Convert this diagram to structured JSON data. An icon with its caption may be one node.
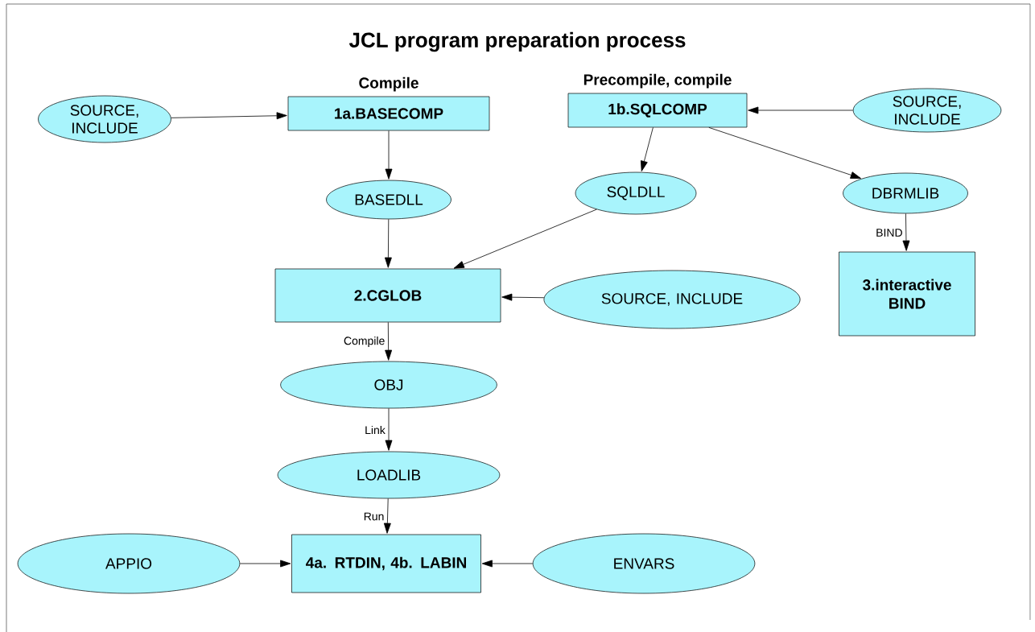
{
  "diagram": {
    "title": "JCL program preparation process",
    "nodes": [
      {
        "text": [
          "SOURCE, INCLUDE"
        ]
      },
      {
        "text": [
          "Compile",
          "1a.BASECOMP"
        ]
      },
      {
        "text": [
          "Precompile, compile",
          "1b.SQLCOMP"
        ]
      },
      {
        "text": [
          "SOURCE, INCLUDE"
        ]
      },
      {
        "text": [
          "BASEDLL"
        ]
      },
      {
        "text": [
          "SQLDLL"
        ]
      },
      {
        "text": [
          "DBRMLIB"
        ]
      },
      {
        "text": [
          "2.CGLOB"
        ]
      },
      {
        "text": [
          "SOURCE, INCLUDE"
        ]
      },
      {
        "text": [
          "3.interactive BIND"
        ]
      },
      {
        "text": [
          "OBJ"
        ]
      },
      {
        "text": [
          "LOADLIB"
        ]
      },
      {
        "text": [
          "4a. RTDIN, 4b. LABIN"
        ]
      },
      {
        "text": [
          "APPIO"
        ]
      },
      {
        "text": [
          "ENVARS"
        ]
      }
    ],
    "edges": [
      {
        "from": 0,
        "to": 1,
        "arrow": "to"
      },
      {
        "from": 3,
        "to": 2,
        "arrow": "to"
      },
      {
        "from": 1,
        "to": 4,
        "arrow": "to"
      },
      {
        "from": 2,
        "to": 5,
        "arrow": "to"
      },
      {
        "from": 2,
        "to": 6,
        "arrow": "to"
      },
      {
        "from": 6,
        "to": 9,
        "arrow": "to",
        "label": "BIND"
      },
      {
        "from": 4,
        "to": 7,
        "arrow": "to"
      },
      {
        "from": 5,
        "to": 7,
        "arrow": "to"
      },
      {
        "from": 8,
        "to": 7,
        "arrow": "to"
      },
      {
        "from": 7,
        "to": 10,
        "arrow": "to",
        "label": "Compile"
      },
      {
        "from": 10,
        "to": 11,
        "arrow": "to",
        "label": "Link"
      },
      {
        "from": 11,
        "to": 12,
        "arrow": "to",
        "label": "Run"
      },
      {
        "from": 13,
        "to": 12,
        "arrow": "to"
      },
      {
        "from": 14,
        "to": 12,
        "arrow": "to"
      }
    ]
  }
}
